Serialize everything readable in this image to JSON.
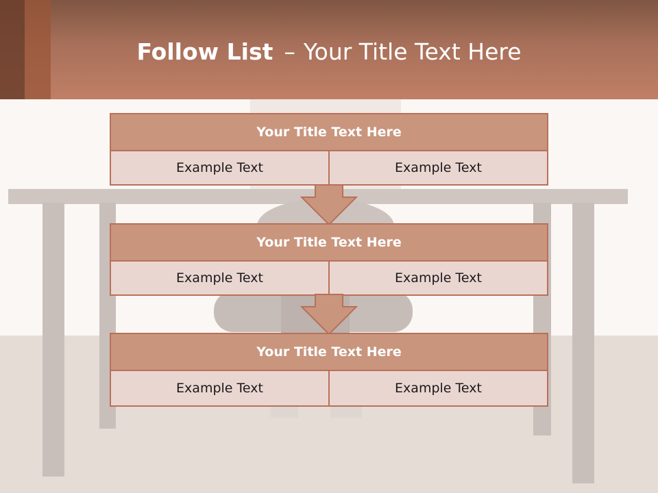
{
  "title": {
    "bold": "Follow List",
    "dash": "–",
    "rest": "Your Title Text Here"
  },
  "blocks": [
    {
      "title": "Your Title Text Here",
      "left": "Example Text",
      "right": "Example Text"
    },
    {
      "title": "Your Title Text Here",
      "left": "Example Text",
      "right": "Example Text"
    },
    {
      "title": "Your Title Text Here",
      "left": "Example Text",
      "right": "Example Text"
    }
  ],
  "colors": {
    "header": "#b87a60",
    "block_title": "#c9957d",
    "block_cell": "#ead6d1",
    "border": "#b8705a"
  }
}
